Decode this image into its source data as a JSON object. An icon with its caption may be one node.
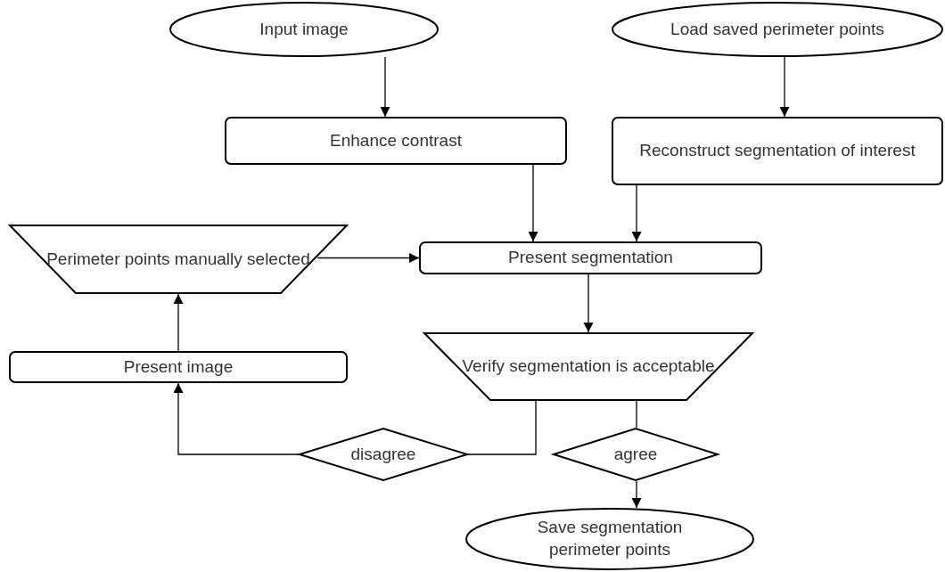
{
  "diagram": {
    "nodes": [
      {
        "text": [
          "Input image"
        ]
      },
      {
        "text": [
          "Load saved perimeter points"
        ]
      },
      {
        "text": [
          "Enhance contrast"
        ]
      },
      {
        "text": [
          "Reconstruct segmentation of interest"
        ]
      },
      {
        "text": [
          "Perimeter points manually selected"
        ]
      },
      {
        "text": [
          "Present segmentation"
        ]
      },
      {
        "text": [
          "Present image"
        ]
      },
      {
        "text": [
          "Verify segmentation is acceptable"
        ]
      },
      {
        "text": [
          "disagree"
        ]
      },
      {
        "text": [
          "agree"
        ]
      },
      {
        "text": [
          "Save segmentation perimeter points"
        ]
      }
    ],
    "edges": [
      {
        "from": 0,
        "to": 2,
        "arrow": "to"
      },
      {
        "from": 1,
        "to": 3,
        "arrow": "to"
      },
      {
        "from": 2,
        "to": 5,
        "arrow": "to"
      },
      {
        "from": 3,
        "to": 5,
        "arrow": "to"
      },
      {
        "from": 4,
        "to": 5,
        "arrow": "to"
      },
      {
        "from": 5,
        "to": 7,
        "arrow": "to"
      },
      {
        "from": 7,
        "to": 8,
        "arrow": "none"
      },
      {
        "from": 8,
        "to": 6,
        "arrow": "to"
      },
      {
        "from": 6,
        "to": 4,
        "arrow": "to"
      },
      {
        "from": 7,
        "to": 9,
        "arrow": "none"
      },
      {
        "from": 9,
        "to": 10,
        "arrow": "to"
      }
    ]
  }
}
